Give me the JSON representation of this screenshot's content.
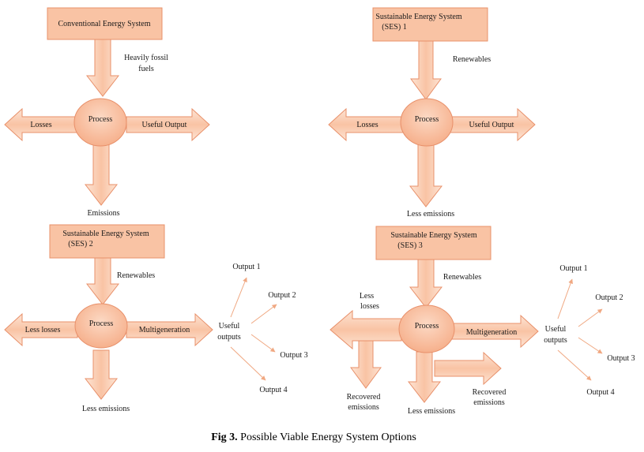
{
  "caption": {
    "bold": "Fig 3.",
    "rest": " Possible Viable Energy System Options"
  },
  "colors": {
    "fill": "#f9c3a4",
    "stroke": "#e8906a",
    "gradient_light": "#fde4d4",
    "line": "#f0a882"
  },
  "diagrams": [
    {
      "title_lines": [
        "Conventional Energy System"
      ],
      "input": [
        "Heavily fossil",
        "fuels"
      ],
      "process": "Process",
      "left": "Losses",
      "right": "Useful Output",
      "bottom": "Emissions"
    },
    {
      "title_lines": [
        "Sustainable Energy System",
        "(SES) 1"
      ],
      "input": [
        "Renewables"
      ],
      "process": "Process",
      "left": "Losses",
      "right": "Useful Output",
      "bottom": "Less emissions"
    },
    {
      "title_lines": [
        "Sustainable Energy System",
        "(SES) 2"
      ],
      "input": [
        "Renewables"
      ],
      "process": "Process",
      "left": "Less losses",
      "right": "Multigeneration",
      "bottom": "Less emissions",
      "outputs_label": [
        "Useful",
        "outputs"
      ],
      "outputs": [
        "Output 1",
        "Output 2",
        "Output 3",
        "Output 4"
      ]
    },
    {
      "title_lines": [
        "Sustainable Energy System",
        "(SES) 3"
      ],
      "input": [
        "Renewables"
      ],
      "process": "Process",
      "left_lines": [
        "Less",
        "losses"
      ],
      "right": "Multigeneration",
      "bottom": "Less emissions",
      "recovered_left": [
        "Recovered",
        "emissions"
      ],
      "recovered_right": [
        "Recovered",
        "emissions"
      ],
      "outputs_label": [
        "Useful",
        "outputs"
      ],
      "outputs": [
        "Output 1",
        "Output 2",
        "Output 3",
        "Output 4"
      ]
    }
  ]
}
